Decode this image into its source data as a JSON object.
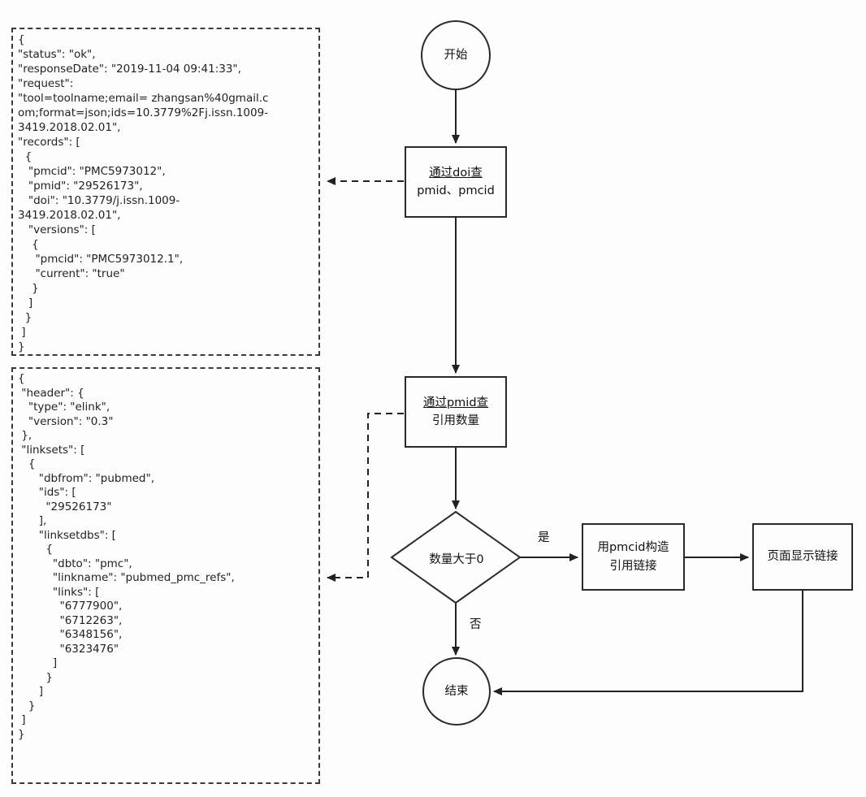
{
  "code_panels": {
    "idconv_response": {
      "text": "{\n\"status\": \"ok\",\n\"responseDate\": \"2019-11-04 09:41:33\",\n\"request\":\n\"tool=toolname;email= zhangsan%40gmail.c\nom;format=json;ids=10.3779%2Fj.issn.1009-\n3419.2018.02.01\",\n\"records\": [\n  {\n   \"pmcid\": \"PMC5973012\",\n   \"pmid\": \"29526173\",\n   \"doi\": \"10.3779/j.issn.1009-\n3419.2018.02.01\",\n   \"versions\": [\n    {\n     \"pmcid\": \"PMC5973012.1\",\n     \"current\": \"true\"\n    }\n   ]\n  }\n ]\n}"
    },
    "elink_response": {
      "text": "{\n \"header\": {\n   \"type\": \"elink\",\n   \"version\": \"0.3\"\n },\n \"linksets\": [\n   {\n      \"dbfrom\": \"pubmed\",\n      \"ids\": [\n        \"29526173\"\n      ],\n      \"linksetdbs\": [\n        {\n          \"dbto\": \"pmc\",\n          \"linkname\": \"pubmed_pmc_refs\",\n          \"links\": [\n            \"6777900\",\n            \"6712263\",\n            \"6348156\",\n            \"6323476\"\n          ]\n        }\n      ]\n   }\n ]\n}"
    }
  },
  "flowchart": {
    "start_label": "开始",
    "doi_step": {
      "line1": "通过doi查",
      "line2": "pmid、pmcid"
    },
    "pmid_step": {
      "line1": "通过pmid查",
      "line2": "引用数量"
    },
    "decision_label": "数量大于0",
    "yes_label": "是",
    "no_label": "否",
    "build_step": {
      "line1": "用pmcid构造",
      "line2": "引用链接"
    },
    "display_step": {
      "line1": "页面显示链接"
    },
    "end_label": "结束"
  }
}
